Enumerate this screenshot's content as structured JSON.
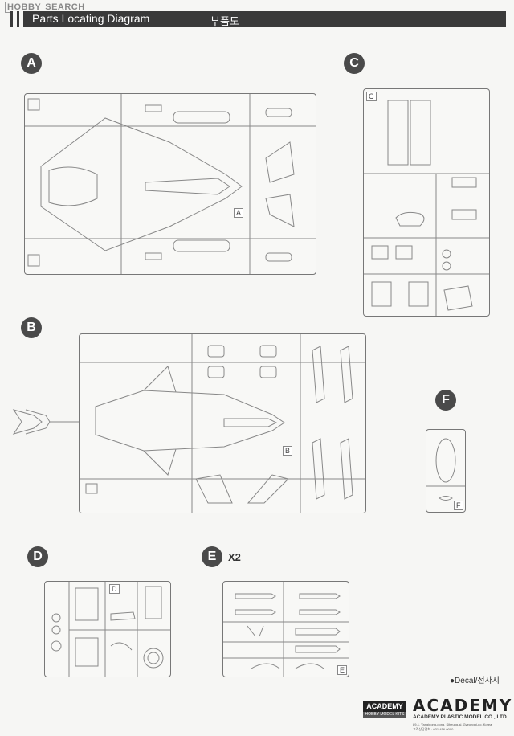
{
  "watermark": {
    "brand": "HOBBY",
    "rest": "SEARCH"
  },
  "header": {
    "title": "Parts Locating Diagram",
    "title_kr": "부품도"
  },
  "sections": {
    "a": {
      "label": "A",
      "sprue_letter": "A"
    },
    "b": {
      "label": "B",
      "sprue_letter": "B"
    },
    "c": {
      "label": "C",
      "sprue_letter": "C"
    },
    "d": {
      "label": "D",
      "sprue_letter": "D"
    },
    "e": {
      "label": "E",
      "sprue_letter": "E",
      "multiplier": "X2"
    },
    "f": {
      "label": "F",
      "sprue_letter": "F"
    }
  },
  "decal": {
    "label": "Decal/전사지"
  },
  "footer": {
    "academy_box": "ACADEMY",
    "academy_sub": "HOBBY MODEL KITS",
    "brand": "ACADEMY",
    "company": "ACADEMY PLASTIC MODEL CO., LTD.",
    "address": "89-1, Yangjeong-dong, Siheung-si, Gyeonggi-do, Korea",
    "address2": "고객상담전화 : 031-456-0000"
  }
}
